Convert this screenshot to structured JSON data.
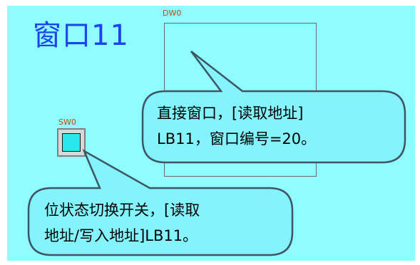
{
  "window": {
    "title": "窗口11"
  },
  "direct_window": {
    "label": "DW0"
  },
  "switch": {
    "label": "SW0"
  },
  "callouts": {
    "direct_window_note": {
      "line1": "直接窗口，[读取地址]",
      "line2": "LB11，窗口编号=20。"
    },
    "switch_note": {
      "line1": "位状态切换开关，[读取",
      "line2": "地址/写入地址]LB11。"
    }
  },
  "colors": {
    "background": "#8ffdff",
    "title_text": "#1c44e8",
    "label_text": "#c24a16",
    "switch_fill": "#28e8ee",
    "callout_fill": "#84f3fb",
    "callout_border": "#3e5562"
  }
}
